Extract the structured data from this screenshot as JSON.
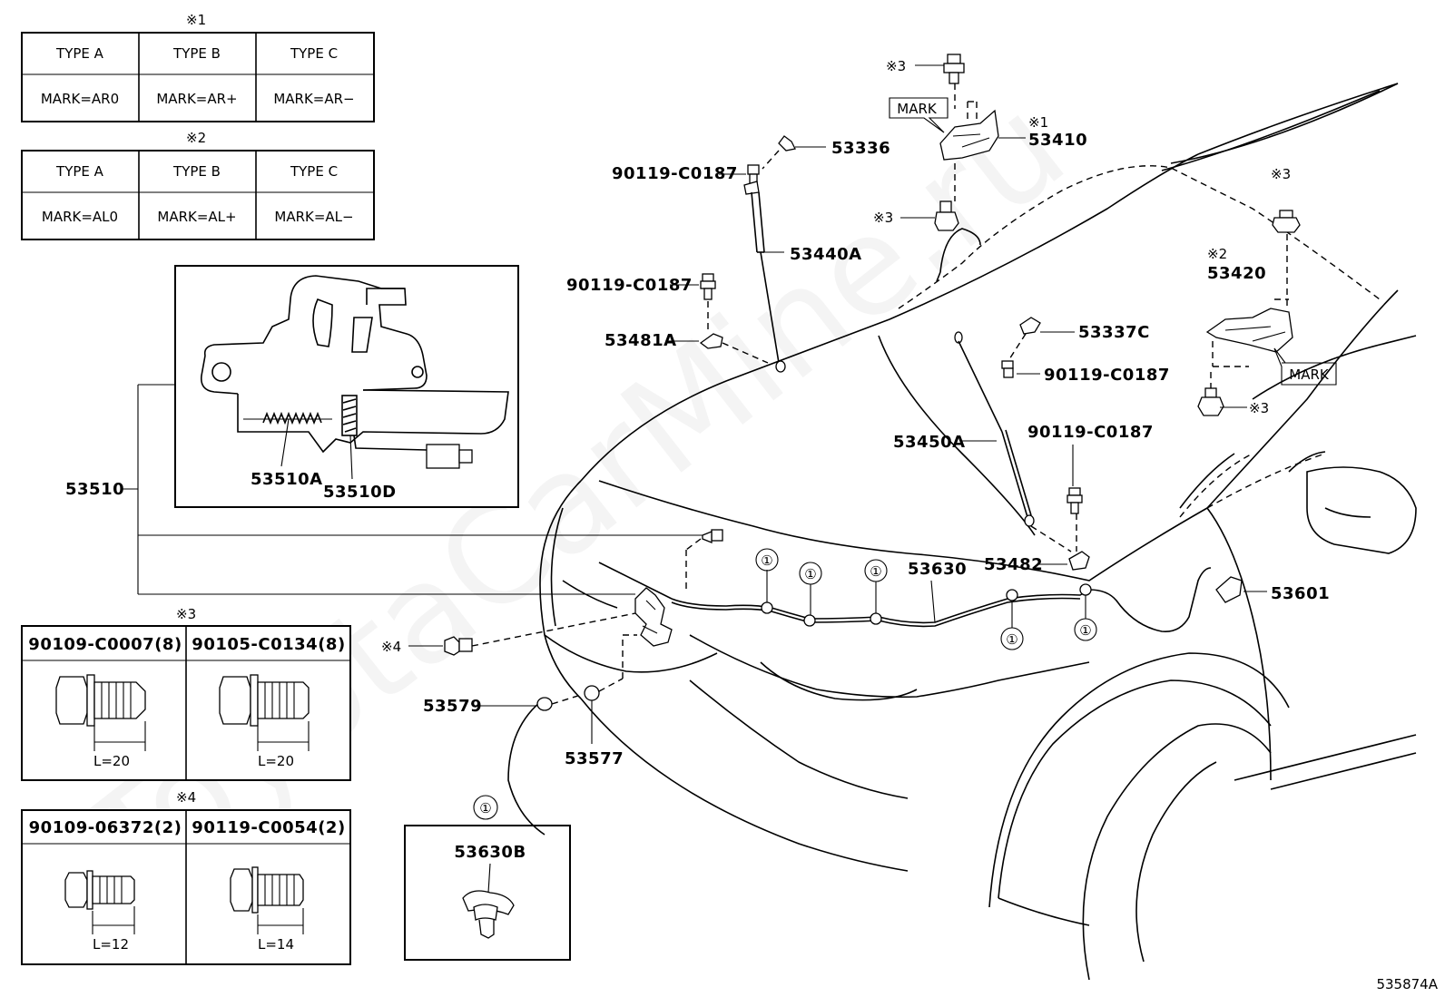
{
  "diagram_id": "535874A",
  "watermark": "ToyotaCarMine.ru",
  "table1": {
    "ref": "※1",
    "headers": [
      "TYPE  A",
      "TYPE  B",
      "TYPE  C"
    ],
    "marks": [
      "MARK=AR0",
      "MARK=AR+",
      "MARK=AR−"
    ]
  },
  "table2": {
    "ref": "※2",
    "headers": [
      "TYPE  A",
      "TYPE  B",
      "TYPE  C"
    ],
    "marks": [
      "MARK=AL0",
      "MARK=AL+",
      "MARK=AL−"
    ]
  },
  "table3": {
    "ref": "※3",
    "headers": [
      "90109-C0007(8)",
      "90105-C0134(8)"
    ],
    "lengths": [
      "L=20",
      "L=20"
    ]
  },
  "table4": {
    "ref": "※4",
    "headers": [
      "90109-06372(2)",
      "90119-C0054(2)"
    ],
    "lengths": [
      "L=12",
      "L=14"
    ]
  },
  "detail_box": {
    "ref": "①",
    "part": "53630B"
  },
  "callouts": {
    "p53510": "53510",
    "p53510A": "53510A",
    "p53510D": "53510D",
    "p53336": "53336",
    "p90119_c0187_a": "90119-C0187",
    "p90119_c0187_b": "90119-C0187",
    "p90119_c0187_c": "90119-C0187",
    "p90119_c0187_d": "90119-C0187",
    "p53440A": "53440A",
    "p53481A": "53481A",
    "p53410": "53410",
    "p53410_ref": "※1",
    "p53420": "53420",
    "p53420_ref": "※2",
    "p53337C": "53337C",
    "p53450A": "53450A",
    "p53630": "53630",
    "p53482": "53482",
    "p53601": "53601",
    "p53579": "53579",
    "p53577": "53577",
    "ref3_a": "※3",
    "ref3_b": "※3",
    "ref3_c": "※3",
    "ref3_d": "※3",
    "ref4": "※4",
    "mark_a": "MARK",
    "mark_b": "MARK",
    "circle1": "①"
  }
}
